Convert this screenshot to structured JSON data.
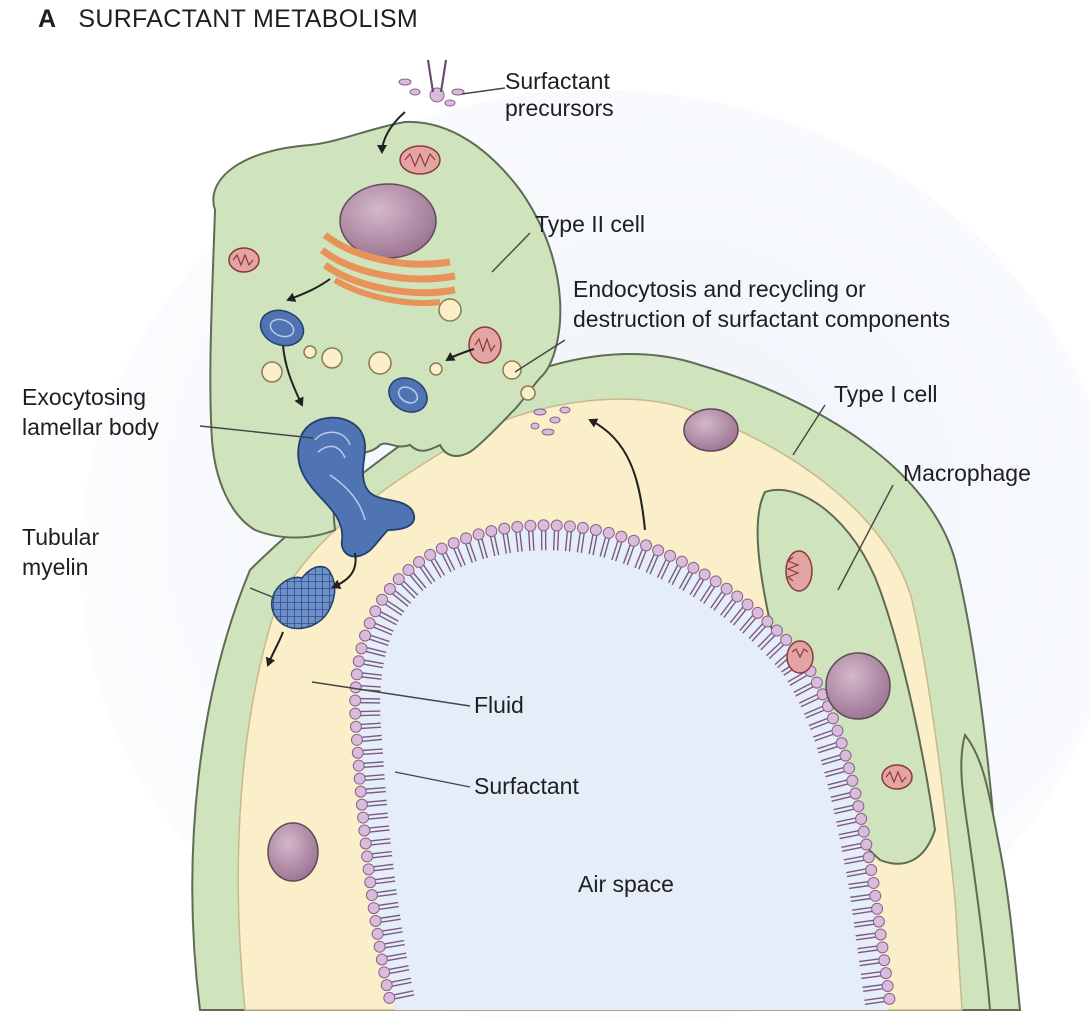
{
  "figure": {
    "panel_letter": "A",
    "title": "SURFACTANT METABOLISM"
  },
  "labels": {
    "surfactant_precursors": [
      "Surfactant",
      "precursors"
    ],
    "type_ii_cell": "Type II cell",
    "endocytosis": [
      "Endocytosis and recycling or",
      "destruction of surfactant components"
    ],
    "type_i_cell": "Type I cell",
    "exocytosing_lamellar_body": [
      "Exocytosing",
      "lamellar body"
    ],
    "macrophage": "Macrophage",
    "tubular_myelin": [
      "Tubular",
      "myelin"
    ],
    "fluid": "Fluid",
    "surfactant": "Surfactant",
    "air_space": "Air space"
  },
  "colors": {
    "cell_green": "#cfe3bd",
    "cell_outline": "#5f6b55",
    "fluid_yellow": "#fbefc9",
    "air_blue": "#e5eef8",
    "nucleus": "#b08aa6",
    "golgi": "#e8935a",
    "lamellar_body": "#4f73b3",
    "mitochondria": "#e4a4a4",
    "surfactant_head": "#d9bcdc"
  },
  "icons": [
    "arrow-icon",
    "nucleus-icon",
    "golgi-icon",
    "mitochondrion-icon",
    "vesicle-icon",
    "lamellar-body-icon",
    "tubular-myelin-icon",
    "phospholipid-icon"
  ]
}
